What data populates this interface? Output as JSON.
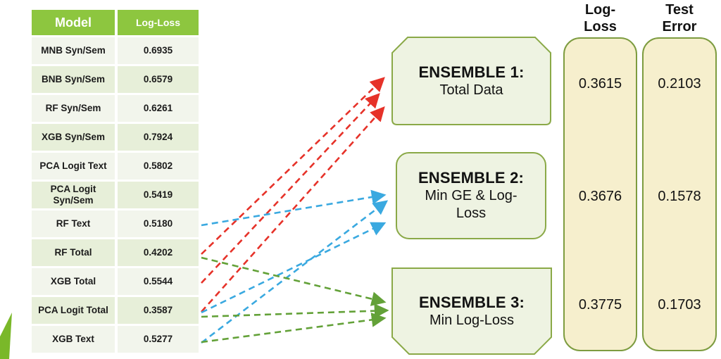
{
  "table": {
    "headers": {
      "model": "Model",
      "log_loss": "Log-Loss"
    },
    "rows": [
      {
        "model": "MNB Syn/Sem",
        "log_loss": "0.6935"
      },
      {
        "model": "BNB Syn/Sem",
        "log_loss": "0.6579"
      },
      {
        "model": "RF Syn/Sem",
        "log_loss": "0.6261"
      },
      {
        "model": "XGB Syn/Sem",
        "log_loss": "0.7924"
      },
      {
        "model": "PCA Logit Text",
        "log_loss": "0.5802"
      },
      {
        "model": "PCA Logit Syn/Sem",
        "log_loss": "0.5419"
      },
      {
        "model": "RF Text",
        "log_loss": "0.5180"
      },
      {
        "model": "RF Total",
        "log_loss": "0.4202"
      },
      {
        "model": "XGB Total",
        "log_loss": "0.5544"
      },
      {
        "model": "PCA Logit Total",
        "log_loss": "0.3587"
      },
      {
        "model": "XGB Text",
        "log_loss": "0.5277"
      }
    ]
  },
  "ensembles": [
    {
      "title": "ENSEMBLE 1:",
      "subtitle_lines": [
        "Total Data"
      ],
      "log_loss": "0.3615",
      "test_error": "0.2103"
    },
    {
      "title": "ENSEMBLE 2:",
      "subtitle_lines": [
        "Min GE & Log-",
        "Loss"
      ],
      "log_loss": "0.3676",
      "test_error": "0.1578"
    },
    {
      "title": "ENSEMBLE 3:",
      "subtitle_lines": [
        "Min Log-Loss"
      ],
      "log_loss": "0.3775",
      "test_error": "0.1703"
    }
  ],
  "results": {
    "log_loss_header_lines": [
      "Log-",
      "Loss"
    ],
    "test_error_header_lines": [
      "Test",
      "Error"
    ]
  },
  "arrows": {
    "red": {
      "color": "#e63229",
      "target": "ENSEMBLE 1: Total Data",
      "sources": [
        "RF Total",
        "XGB Total",
        "PCA Logit Total"
      ]
    },
    "blue": {
      "color": "#3aa9e0",
      "target": "ENSEMBLE 2: Min GE & Log-Loss",
      "sources": [
        "RF Text",
        "PCA Logit Total",
        "XGB Text"
      ]
    },
    "green": {
      "color": "#63a138",
      "target": "ENSEMBLE 3: Min Log-Loss",
      "sources": [
        "RF Total",
        "PCA Logit Total",
        "XGB Text"
      ]
    }
  },
  "colors": {
    "table_header_green": "#8dc63f",
    "row_band_light": "#f2f5ec",
    "row_band_green": "#e7efd9",
    "ensemble_fill": "#eef3e2",
    "ensemble_border": "#8aa947",
    "result_column_fill": "#f6efcd",
    "result_column_border": "#7d9c40",
    "corner_wedge_green": "#7ab829"
  }
}
